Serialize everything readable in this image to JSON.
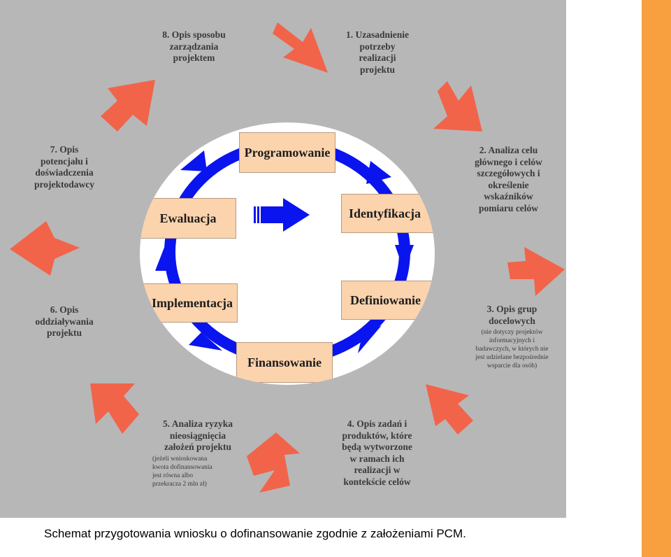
{
  "caption": "Schemat przygotowania wniosku o dofinansowanie zgodnie z założeniami PCM.",
  "colors": {
    "background": "#b7b7b7",
    "arrow_red": "#f1644a",
    "cycle_blue": "#0a14ee",
    "box_fill": "#fbd3ad",
    "side_bar": "#f8a040"
  },
  "cycle": {
    "boxes": [
      "Programowanie",
      "Identyfikacja",
      "Definiowanie",
      "Finansowanie",
      "Implementacja",
      "Ewaluacja"
    ]
  },
  "steps": [
    {
      "title": "1. Uzasadnienie\npotrzeby\nrealizacji\nprojektu",
      "note": ""
    },
    {
      "title": "2. Analiza celu\ngłównego i celów\nszczegółowych i\nokreślenie\nwskaźników\npomiaru celów",
      "note": ""
    },
    {
      "title": "3. Opis grup\ndocelowych",
      "note": "(nie dotyczy projektów\ninformacyjnych i\nbadawczych, w których nie\njest udzielane bezpośrednie\nwsparcie dla osób)"
    },
    {
      "title": "4. Opis zadań i\nproduktów, które\nbędą wytworzone\nw ramach ich\nrealizacji w\nkontekście celów",
      "note": ""
    },
    {
      "title": "5. Analiza ryzyka\nnieosiągnięcia\nzałożeń projektu",
      "note": "(jeżeli wnioskowana\nkwota dofinansowania\njest równa albo\nprzekracza 2 mln zł)"
    },
    {
      "title": "6. Opis\noddziaływania\nprojektu",
      "note": ""
    },
    {
      "title": "7. Opis\npotencjału i\ndoświadczenia\nprojektodawcy",
      "note": ""
    },
    {
      "title": "8. Opis sposobu\nzarządzania\nprojektem",
      "note": ""
    }
  ]
}
